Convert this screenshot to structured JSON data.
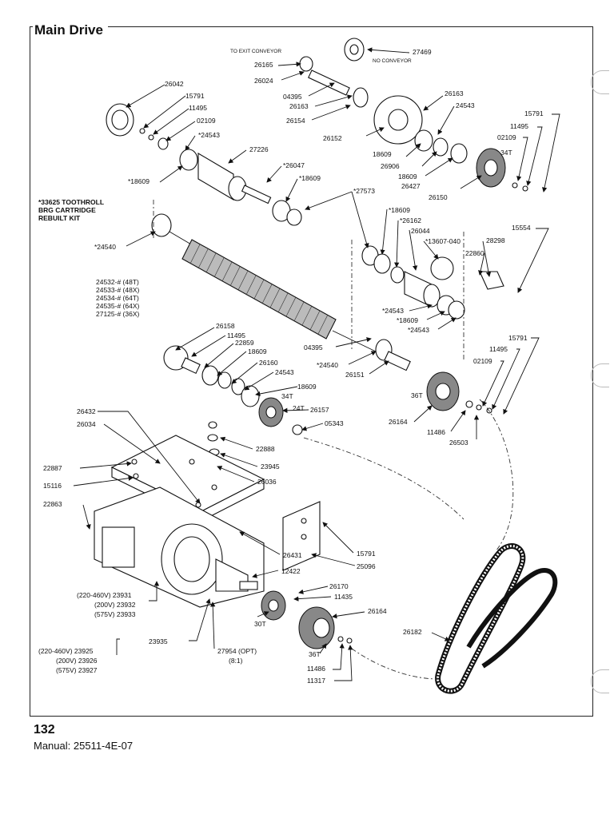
{
  "title": "Main Drive",
  "page_number": "132",
  "manual": "Manual: 25511-4E-07",
  "notes": {
    "to_exit": "TO EXIT CONVEYOR",
    "no_conveyor": "NO CONVEYOR",
    "kit_line1": "*33625 TOOTHROLL",
    "kit_line2": "BRG CARTRIDGE",
    "kit_line3": "REBUILT KIT"
  },
  "toothroll": {
    "l1": "24532-# (48T)",
    "l2": "24533-# (48X)",
    "l3": "24534-# (64T)",
    "l4": "24535-# (64X)",
    "l5": "27125-# (36X)"
  },
  "motor": {
    "a1": "(220-460V) 23931",
    "a2": "(200V) 23932",
    "a3": "(575V) 23933",
    "b1": "(220-460V) 23925",
    "b2": "(200V) 23926",
    "b3": "(575V) 23927"
  },
  "opt": {
    "l1": "27954 (OPT)",
    "l2": "(8:1)"
  },
  "labels": {
    "p27469": "27469",
    "p26165": "26165",
    "p26024": "26024",
    "p04395a": "04395",
    "p26163a": "26163",
    "p26154": "26154",
    "p26163b": "26163",
    "p24543a": "24543",
    "p26152": "26152",
    "p18609a": "18609",
    "p26906": "26906",
    "p18609b": "18609",
    "p26427": "26427",
    "p26150": "26150",
    "p34Ta": "34T",
    "p15791a": "15791",
    "p11495a": "11495",
    "p02109a": "02109",
    "p26042": "26042",
    "p15791b": "15791",
    "p11495b": "11495",
    "p02109b": "02109",
    "p24543b": "*24543",
    "p27226": "27226",
    "p26047": "*26047",
    "p18609c": "*18609",
    "p18609d": "*18609",
    "p27573": "*27573",
    "p18609e": "*18609",
    "p26162": "*26162",
    "p26044": "26044",
    "p13607": "*13607-040",
    "p15554": "15554",
    "p28298": "28298",
    "p22860": "22860",
    "p24540a": "*24540",
    "p24543c": "*24543",
    "p18609f": "*18609",
    "p24543d": "*24543",
    "p26158": "26158",
    "p11495c": "11495",
    "p22859": "22859",
    "p18609g": "18609",
    "p26160": "26160",
    "p24543e": "24543",
    "p18609h": "18609",
    "p34Tb": "34T",
    "p24T": "24T",
    "p26157": "26157",
    "p05343": "05343",
    "p04395b": "04395",
    "p24540b": "*24540",
    "p26151": "26151",
    "p15791c": "15791",
    "p11495d": "11495",
    "p02109c": "02109",
    "p36Ta": "36T",
    "p26164a": "26164",
    "p11486a": "11486",
    "p26503": "26503",
    "p26432": "26432",
    "p26034": "26034",
    "p22888": "22888",
    "p23945": "23945",
    "p22887": "22887",
    "p26036": "26036",
    "p15116": "15116",
    "p22863": "22863",
    "p26431": "26431",
    "p15791d": "15791",
    "p25096": "25096",
    "p12422": "12422",
    "p26170": "26170",
    "p11435": "11435",
    "p26164b": "26164",
    "p30T": "30T",
    "p26182": "26182",
    "p23935": "23935",
    "p36Tb": "36T",
    "p11486b": "11486",
    "p11317": "11317"
  }
}
